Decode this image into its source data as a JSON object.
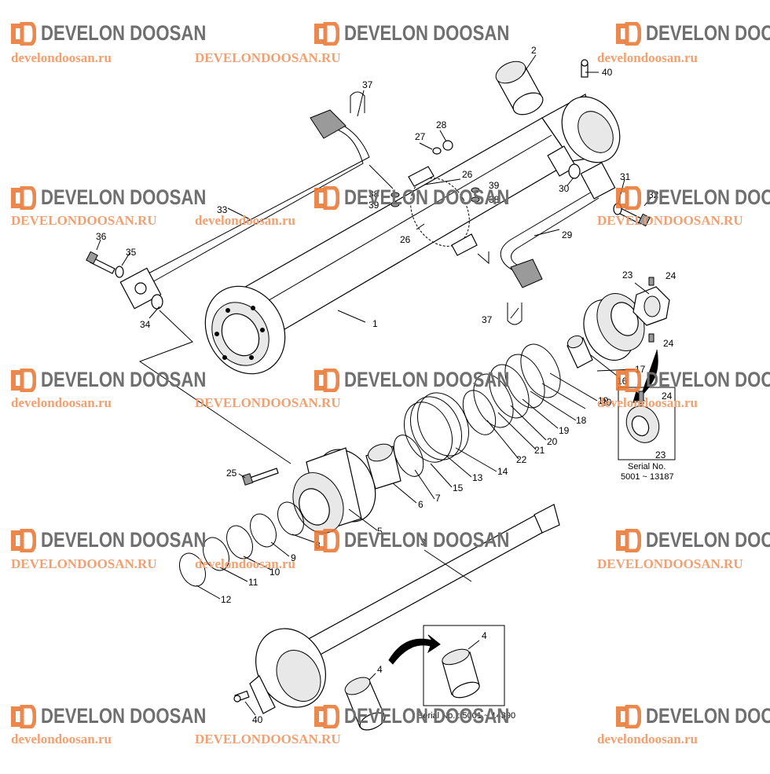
{
  "watermarks": {
    "brand_text": "DEVELON DOOSAN",
    "brand_color": "#6f6f6f",
    "logo_color": "#e8732f",
    "site_color": "#f2a071",
    "logos": [
      "DEVELON DOOSAN",
      "DEVELON DOOSAN",
      "DEVELON DOOSAN",
      "DEVELON DOOSAN",
      "DEVELON DOOSAN",
      "DEVELON DOOSAN",
      "DEVELON DOOSAN",
      "DEVELON DOOSAN",
      "DEVELON DOOSAN",
      "DEVELON DOOSAN",
      "DEVELON DOOSAN",
      "DEVELON DOOSAN",
      "DEVELON DOOSAN",
      "DEVELON DOOSAN",
      "DEVELON DOOSAN"
    ],
    "sites": [
      "develondoosan.ru",
      "DEVELONDOOSAN.RU",
      "develondoosan.ru",
      "DEVELONDOOSAN.RU",
      "develondoosan.ru",
      "DEVELONDOOSAN.RU",
      "develondoosan.ru",
      "DEVELONDOOSAN.RU",
      "develondoosan.ru",
      "DEVELONDOOSAN.RU",
      "develondoosan.ru",
      "DEVELONDOOSAN.RU",
      "develondoosan.ru",
      "DEVELONDOOSAN.RU",
      "develondoosan.ru"
    ]
  },
  "callouts": [
    "1",
    "2",
    "3",
    "4",
    "4",
    "4",
    "5",
    "6",
    "7",
    "8",
    "9",
    "10",
    "11",
    "12",
    "13",
    "14",
    "15",
    "16",
    "17",
    "18",
    "19",
    "19",
    "20",
    "20",
    "21",
    "22",
    "23",
    "23",
    "24",
    "24",
    "24",
    "25",
    "26",
    "26",
    "27",
    "28",
    "29",
    "30",
    "31",
    "32",
    "33",
    "34",
    "35",
    "36",
    "37",
    "37",
    "38",
    "38",
    "39",
    "39",
    "40",
    "40"
  ],
  "insets": {
    "nut_serial_label": "Serial No.",
    "nut_serial_range": "5001 ~ 13187",
    "bushing_serial": "Serial No. : 5001 ~ 14390"
  }
}
